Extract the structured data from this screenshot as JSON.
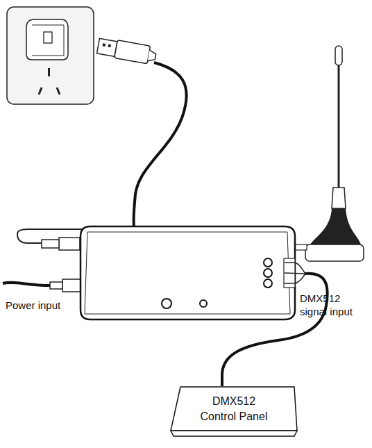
{
  "diagram": {
    "nodes": [
      {
        "text": [
          "DMX512 Control Panel"
        ]
      }
    ],
    "labels": [
      "Power input",
      "DMX512 signal input"
    ]
  }
}
